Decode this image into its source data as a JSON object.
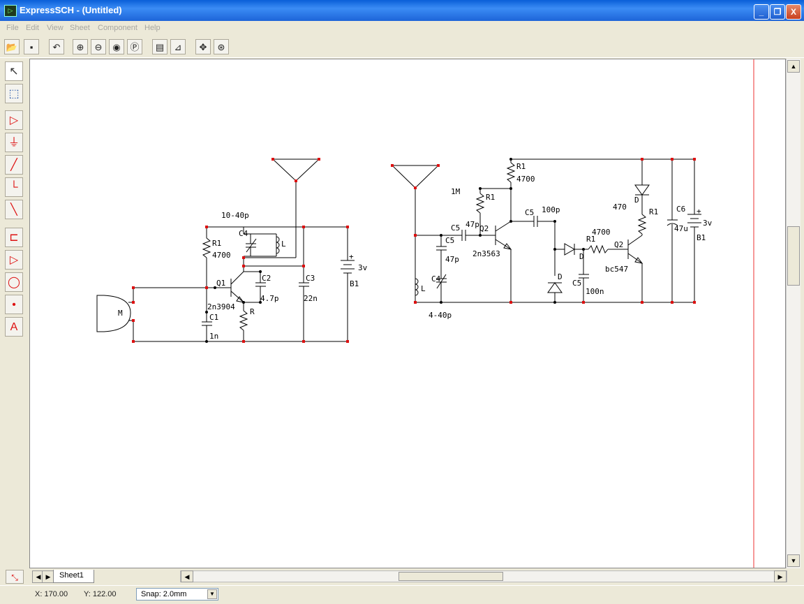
{
  "window": {
    "title": "ExpressSCH - (Untitled)",
    "minimize": "_",
    "restore": "❐",
    "close": "X"
  },
  "menu": [
    "File",
    "Edit",
    "View",
    "Sheet",
    "Component",
    "Help"
  ],
  "toolbar": {
    "icons": [
      "open-icon",
      "save-icon",
      "undo-icon",
      "zoom-in-icon",
      "zoom-out-icon",
      "zoom-fit-icon",
      "zoom-page-icon",
      "properties-icon",
      "tag-icon",
      "pan-icon",
      "pan-center-icon"
    ]
  },
  "left_tools": [
    "select-arrow-icon",
    "select-area-icon",
    "port-icon",
    "ground-icon",
    "wire-icon",
    "bus-icon",
    "bus-entry-icon",
    "component-icon",
    "buffer-icon",
    "circle-icon",
    "junction-icon",
    "text-icon"
  ],
  "sheet_tab": "Sheet1",
  "status": {
    "x": "X: 170.00",
    "y": "Y: 122.00",
    "snap": "Snap:  2.0mm"
  },
  "schematic_labels": {
    "c1_top": "10-40p",
    "r1_a": "R1",
    "r1_a_val": "4700",
    "c4_a": "C4",
    "l_a": "L",
    "q1": "Q1",
    "q1_part": "2n3904",
    "c2": "C2",
    "c2_val": "4.7p",
    "r_a": "R",
    "c1_a": "C1",
    "c1_a_val": "1n",
    "c3": "C3",
    "c3_val": "22n",
    "b1_a": "B1",
    "b1_a_val": "3v",
    "plus_a": "+",
    "mic": "M",
    "r1_b": "R1",
    "r1_b_val": "4700",
    "one_m": "1M",
    "r1_c": "R1",
    "c5_a": "C5",
    "c5_a_val": "47p",
    "q2_a": "Q2",
    "q2_part": "2n3563",
    "c5_b": "C5",
    "c5_b_val": "47p",
    "c4_b": "C4",
    "l_b": "L",
    "c4_b_val": "4-40p",
    "c5_c": "C5",
    "c5_c_val": "100p",
    "d_a": "D",
    "d_b": "D",
    "r1_d": "R1",
    "r1_d_val": "4700",
    "c5_d": "C5",
    "c5_d_val": "100n",
    "q2_b": "Q2",
    "q2_b_part": "bc547",
    "led_d": "D",
    "led_val": "470",
    "r1_e": "R1",
    "c6": "C6",
    "c6_val": "47u",
    "b1_b": "B1",
    "b1_b_val": "3v",
    "plus_b": "+"
  }
}
